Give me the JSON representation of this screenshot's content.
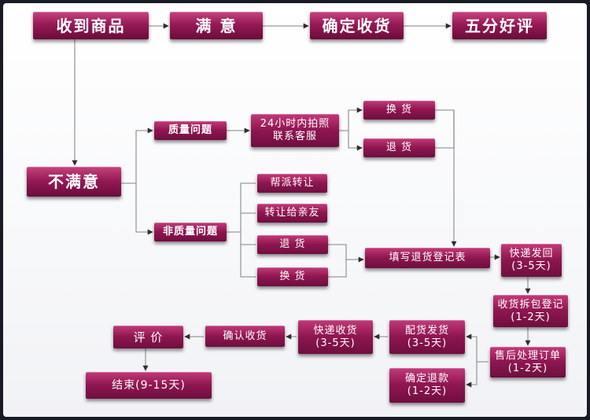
{
  "nodes": {
    "received": "收到商品",
    "satisfied": "满 意",
    "confirm_receipt_top": "确定收货",
    "five_star": "五分好评",
    "unsatisfied": "不满意",
    "quality_issue": "质量问题",
    "photo_24h_line1": "24小时内拍照",
    "photo_24h_line2": "联系客服",
    "exchange_a": "换 货",
    "return_a": "退 货",
    "non_quality_issue": "非质量问题",
    "help_resell": "帮派转让",
    "transfer_friends": "转让给亲友",
    "return_b": "退 货",
    "exchange_b": "换 货",
    "fill_form": "填写退货登记表",
    "express_back_line1": "快递发回",
    "express_back_line2": "(3-5天)",
    "unpack_line1": "收货拆包登记",
    "unpack_line2": "(1-2天)",
    "aftersales_line1": "售后处理订单",
    "aftersales_line2": "(1-2天)",
    "dispatch_line1": "配货发货",
    "dispatch_line2": "(3-5天)",
    "refund_line1": "确定退款",
    "refund_line2": "(1-2天)",
    "express_receive_line1": "快递收货",
    "express_receive_line2": "(3-5天)",
    "confirm_receipt": "确认收货",
    "review": "评 价",
    "end": "结束(9-15天)"
  },
  "colors": {
    "box_top": "#c23a79",
    "box_bottom": "#6e0f3f",
    "connector": "#9a9a9a",
    "arrowhead": "#2e2e2e",
    "frame": "#181a24"
  }
}
